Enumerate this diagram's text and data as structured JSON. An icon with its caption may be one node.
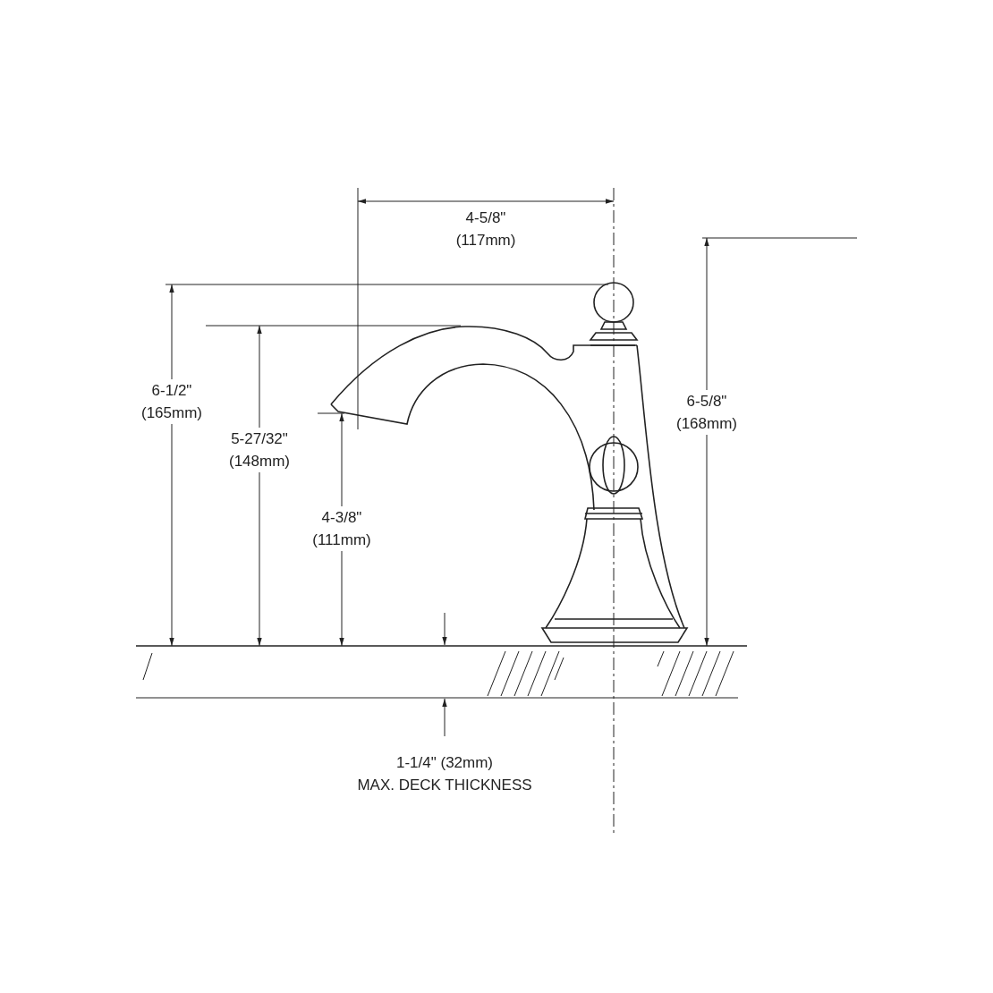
{
  "diagram": {
    "labels": [
      "4-5/8\" (117mm)",
      "6-1/2\" (165mm)",
      "6-5/8\" (168mm)",
      "5-27/32\" (148mm)",
      "4-3/8\" (111mm)",
      "1-1/4\" (32mm) MAX. DECK THICKNESS"
    ]
  }
}
